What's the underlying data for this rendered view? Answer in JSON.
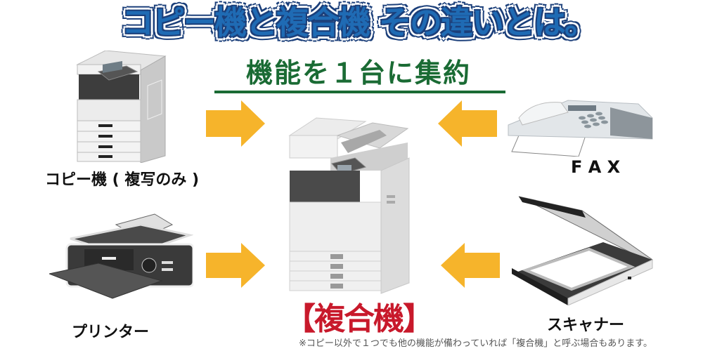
{
  "header": {
    "title": "コピー機と複合機 その違いとは。",
    "subtitle": "機能を１台に集約"
  },
  "devices": {
    "copier": {
      "label": "コピー機 ( 複写のみ )",
      "icon": "copier-icon"
    },
    "printer": {
      "label": "プリンター",
      "icon": "printer-icon"
    },
    "fax": {
      "label": "F A X",
      "icon": "fax-icon"
    },
    "scanner": {
      "label": "スキャナー",
      "icon": "scanner-icon"
    },
    "mfp": {
      "label": "【複合機】",
      "icon": "multifunction-printer-icon"
    }
  },
  "footnote": "※コピー以外で１つでも他の機能が備わっていれば「複合機」と呼ぶ場合もあります。",
  "colors": {
    "title_blue": "#1f6bb4",
    "subtitle_green": "#1a6b34",
    "arrow_orange": "#f6b42b",
    "mfp_red": "#c8192b"
  }
}
